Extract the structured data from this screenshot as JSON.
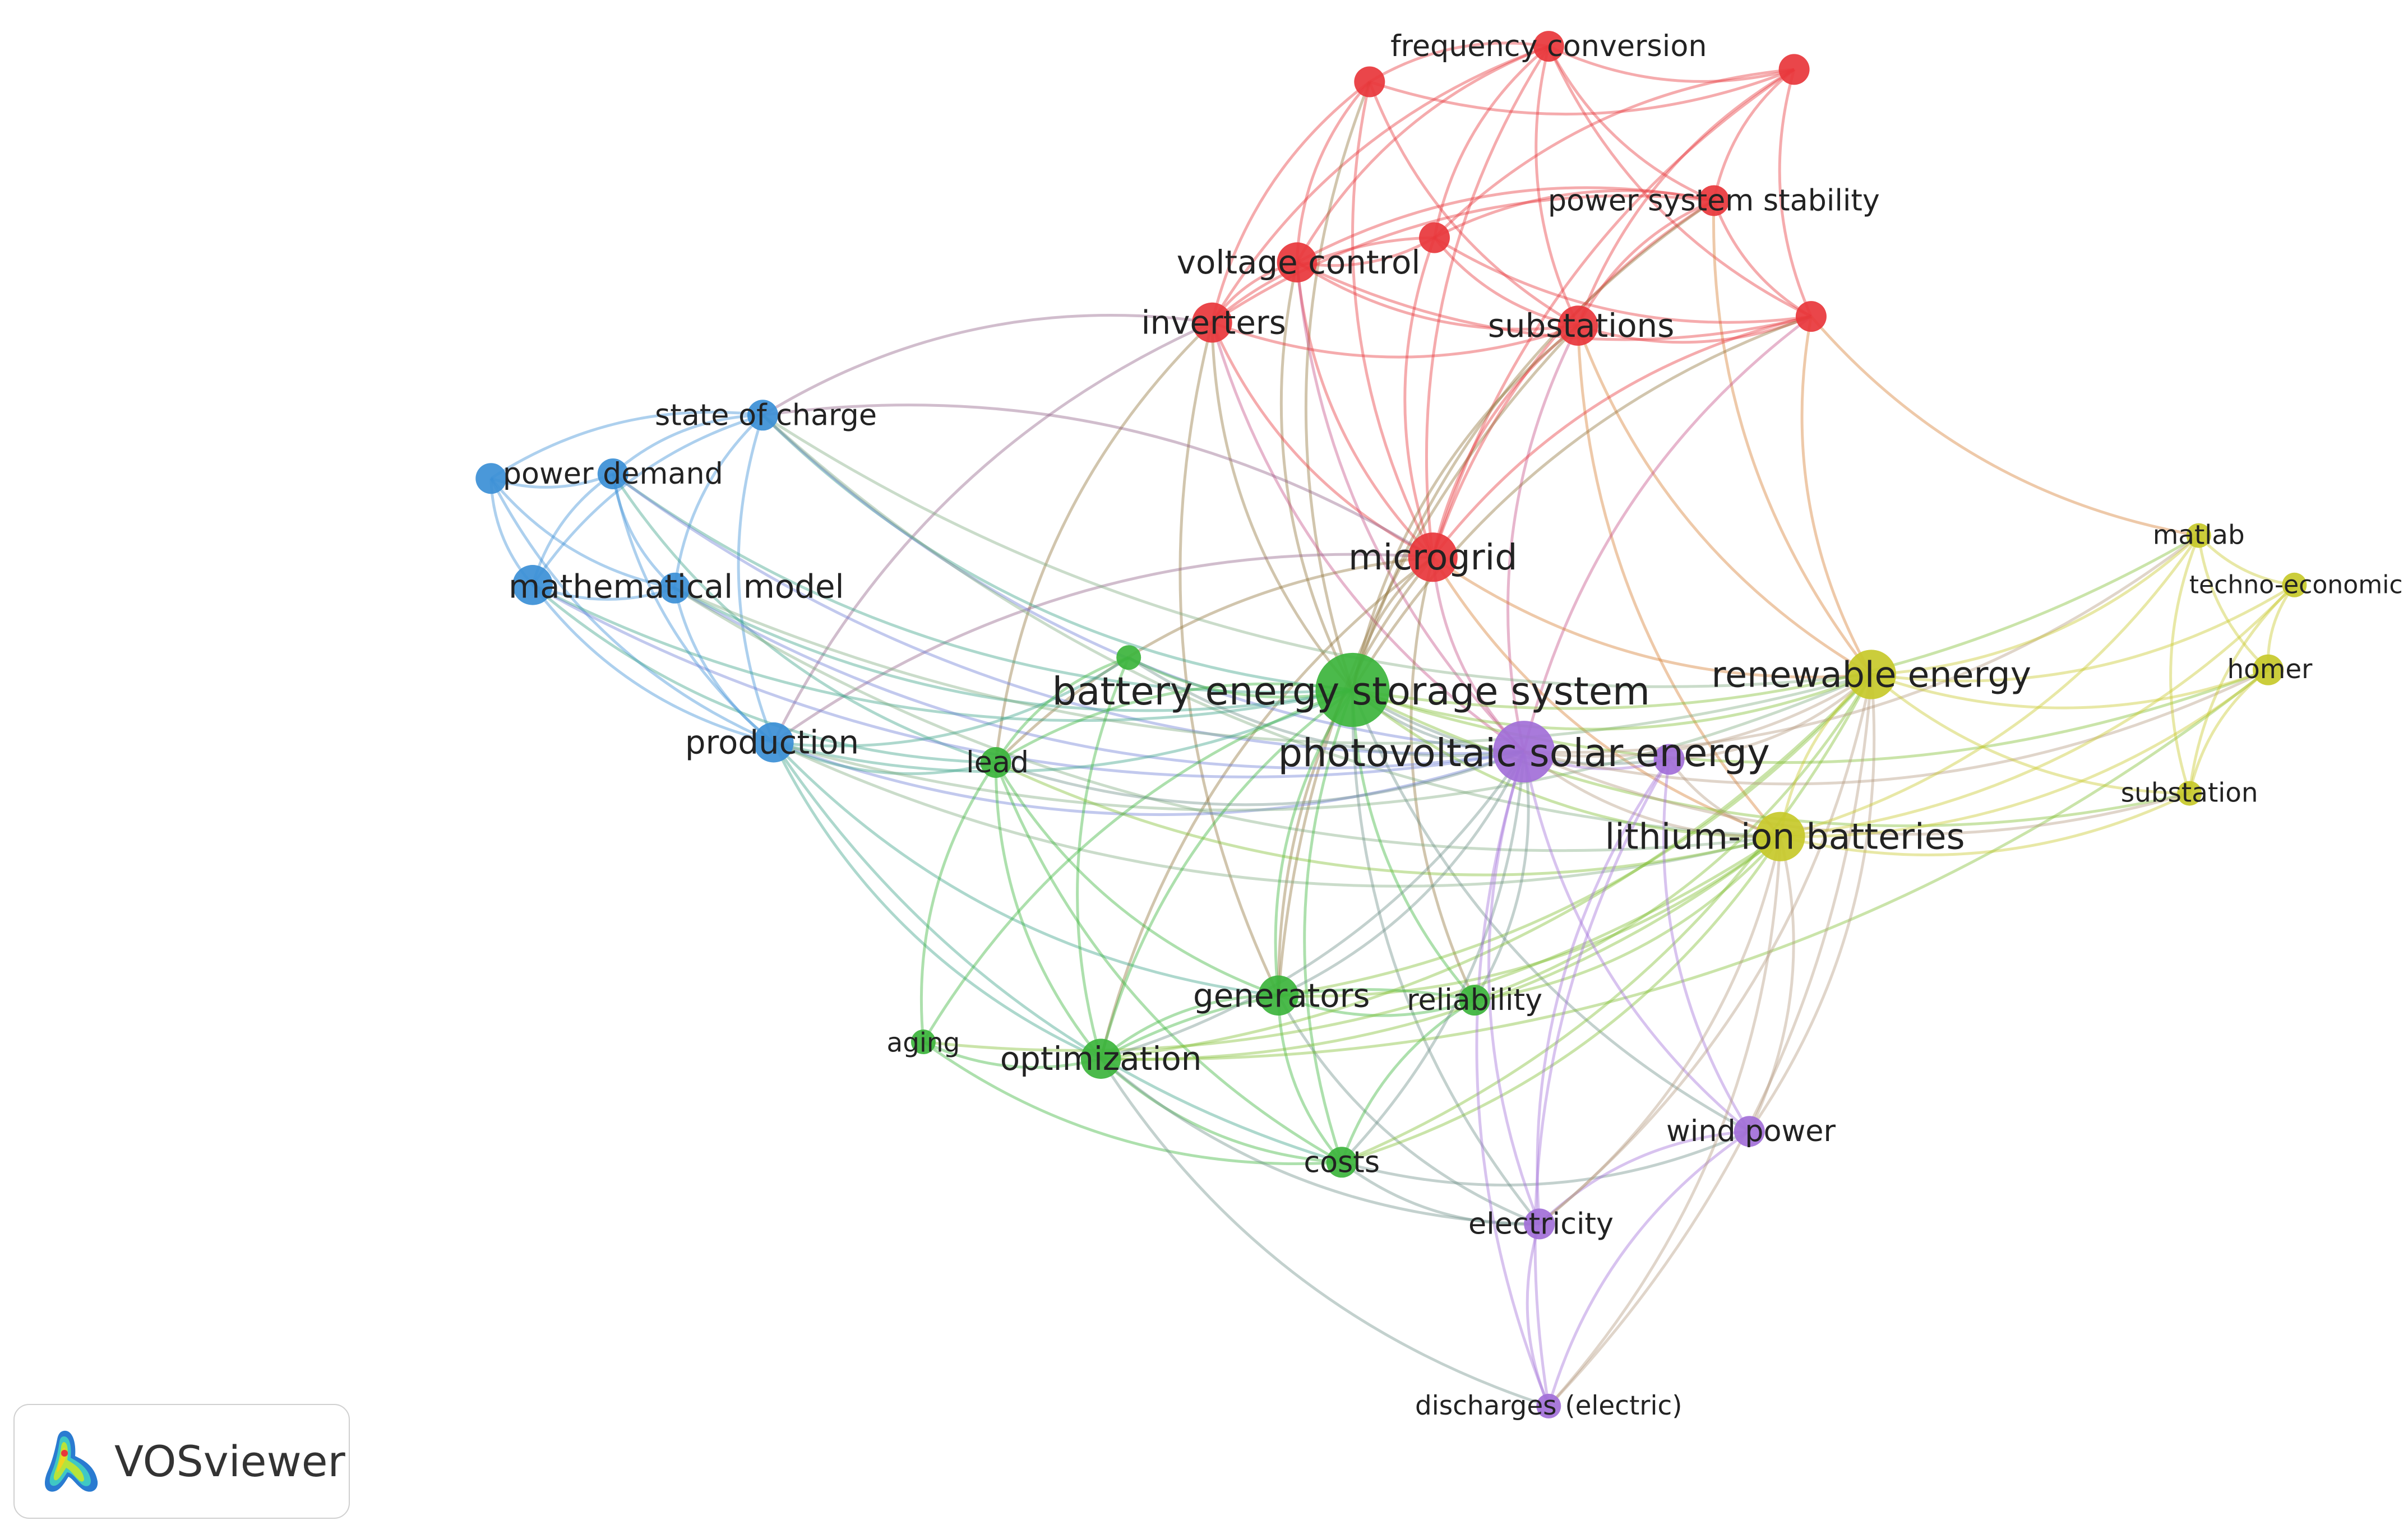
{
  "logo": {
    "text": "VOSviewer",
    "icon": "vosviewer-density-icon"
  },
  "clusters": {
    "red": "#e8363b",
    "green": "#3cb43c",
    "blue": "#3b8fd6",
    "yellow": "#c7c92a",
    "purple": "#a26fd8"
  },
  "nodes": [
    {
      "id": "frequency-conversion",
      "label": "frequency conversion",
      "cluster": "red",
      "weight": 2
    },
    {
      "id": "red-unlabeled-1",
      "label": "",
      "cluster": "red",
      "weight": 2
    },
    {
      "id": "red-unlabeled-2",
      "label": "",
      "cluster": "red",
      "weight": 2
    },
    {
      "id": "power-system-stability",
      "label": "power system stability",
      "cluster": "red",
      "weight": 2
    },
    {
      "id": "voltage-control",
      "label": "voltage control",
      "cluster": "red",
      "weight": 3
    },
    {
      "id": "red-unlabeled-3",
      "label": "",
      "cluster": "red",
      "weight": 2
    },
    {
      "id": "inverters",
      "label": "inverters",
      "cluster": "red",
      "weight": 3
    },
    {
      "id": "substations",
      "label": "substations",
      "cluster": "red",
      "weight": 3
    },
    {
      "id": "red-unlabeled-4",
      "label": "",
      "cluster": "red",
      "weight": 2
    },
    {
      "id": "microgrid",
      "label": "microgrid",
      "cluster": "red",
      "weight": 4
    },
    {
      "id": "state-of-charge",
      "label": "state of charge",
      "cluster": "blue",
      "weight": 2
    },
    {
      "id": "blue-unlabeled-1",
      "label": "",
      "cluster": "blue",
      "weight": 2
    },
    {
      "id": "power-demand",
      "label": "power demand",
      "cluster": "blue",
      "weight": 2
    },
    {
      "id": "mathematical-model",
      "label": "mathematical model",
      "cluster": "blue",
      "weight": 3
    },
    {
      "id": "blue-unlabeled-2",
      "label": "",
      "cluster": "blue",
      "weight": 2
    },
    {
      "id": "production",
      "label": "production",
      "cluster": "blue",
      "weight": 3
    },
    {
      "id": "green-unlabeled-1",
      "label": "",
      "cluster": "green",
      "weight": 1
    },
    {
      "id": "battery-energy-storage-system",
      "label": "battery energy storage system",
      "cluster": "green",
      "weight": 6
    },
    {
      "id": "lead",
      "label": "lead",
      "cluster": "green",
      "weight": 2
    },
    {
      "id": "generators",
      "label": "generators",
      "cluster": "green",
      "weight": 3
    },
    {
      "id": "reliability",
      "label": "reliability",
      "cluster": "green",
      "weight": 2
    },
    {
      "id": "aging",
      "label": "aging",
      "cluster": "green",
      "weight": 1
    },
    {
      "id": "optimization",
      "label": "optimization",
      "cluster": "green",
      "weight": 3
    },
    {
      "id": "costs",
      "label": "costs",
      "cluster": "green",
      "weight": 2
    },
    {
      "id": "photovoltaic-solar-energy",
      "label": "photovoltaic solar energy",
      "cluster": "purple",
      "weight": 5
    },
    {
      "id": "purple-unlabeled-1",
      "label": "",
      "cluster": "purple",
      "weight": 2
    },
    {
      "id": "wind-power",
      "label": "wind power",
      "cluster": "purple",
      "weight": 2
    },
    {
      "id": "electricity",
      "label": "electricity",
      "cluster": "purple",
      "weight": 2
    },
    {
      "id": "discharges-electric",
      "label": "discharges (electric)",
      "cluster": "purple",
      "weight": 1
    },
    {
      "id": "renewable-energy",
      "label": "renewable energy",
      "cluster": "yellow",
      "weight": 4
    },
    {
      "id": "lithium-ion-batteries",
      "label": "lithium-ion batteries",
      "cluster": "yellow",
      "weight": 4
    },
    {
      "id": "matlab",
      "label": "matlab",
      "cluster": "yellow",
      "weight": 1
    },
    {
      "id": "techno-economic",
      "label": "techno-economic",
      "cluster": "yellow",
      "weight": 1
    },
    {
      "id": "homer",
      "label": "homer",
      "cluster": "yellow",
      "weight": 2
    },
    {
      "id": "substation",
      "label": "substation",
      "cluster": "yellow",
      "weight": 1
    }
  ],
  "edges": [
    [
      "frequency-conversion",
      "red-unlabeled-1"
    ],
    [
      "frequency-conversion",
      "red-unlabeled-2"
    ],
    [
      "frequency-conversion",
      "power-system-stability"
    ],
    [
      "frequency-conversion",
      "voltage-control"
    ],
    [
      "frequency-conversion",
      "substations"
    ],
    [
      "frequency-conversion",
      "red-unlabeled-3"
    ],
    [
      "frequency-conversion",
      "microgrid"
    ],
    [
      "frequency-conversion",
      "red-unlabeled-4"
    ],
    [
      "frequency-conversion",
      "inverters"
    ],
    [
      "red-unlabeled-1",
      "voltage-control"
    ],
    [
      "red-unlabeled-1",
      "inverters"
    ],
    [
      "red-unlabeled-1",
      "substations"
    ],
    [
      "red-unlabeled-1",
      "microgrid"
    ],
    [
      "red-unlabeled-1",
      "red-unlabeled-2"
    ],
    [
      "red-unlabeled-1",
      "battery-energy-storage-system"
    ],
    [
      "red-unlabeled-2",
      "power-system-stability"
    ],
    [
      "red-unlabeled-2",
      "red-unlabeled-4"
    ],
    [
      "red-unlabeled-2",
      "substations"
    ],
    [
      "red-unlabeled-2",
      "microgrid"
    ],
    [
      "red-unlabeled-2",
      "red-unlabeled-3"
    ],
    [
      "power-system-stability",
      "voltage-control"
    ],
    [
      "power-system-stability",
      "substations"
    ],
    [
      "power-system-stability",
      "red-unlabeled-3"
    ],
    [
      "power-system-stability",
      "microgrid"
    ],
    [
      "power-system-stability",
      "inverters"
    ],
    [
      "power-system-stability",
      "red-unlabeled-4"
    ],
    [
      "power-system-stability",
      "battery-energy-storage-system"
    ],
    [
      "power-system-stability",
      "renewable-energy"
    ],
    [
      "voltage-control",
      "inverters"
    ],
    [
      "voltage-control",
      "substations"
    ],
    [
      "voltage-control",
      "red-unlabeled-3"
    ],
    [
      "voltage-control",
      "microgrid"
    ],
    [
      "voltage-control",
      "red-unlabeled-4"
    ],
    [
      "voltage-control",
      "battery-energy-storage-system"
    ],
    [
      "voltage-control",
      "photovoltaic-solar-energy"
    ],
    [
      "red-unlabeled-3",
      "substations"
    ],
    [
      "red-unlabeled-3",
      "red-unlabeled-4"
    ],
    [
      "red-unlabeled-3",
      "microgrid"
    ],
    [
      "red-unlabeled-3",
      "inverters"
    ],
    [
      "inverters",
      "substations"
    ],
    [
      "inverters",
      "microgrid"
    ],
    [
      "inverters",
      "battery-energy-storage-system"
    ],
    [
      "inverters",
      "photovoltaic-solar-energy"
    ],
    [
      "inverters",
      "state-of-charge"
    ],
    [
      "inverters",
      "production"
    ],
    [
      "inverters",
      "generators"
    ],
    [
      "inverters",
      "lead"
    ],
    [
      "substations",
      "red-unlabeled-4"
    ],
    [
      "substations",
      "microgrid"
    ],
    [
      "substations",
      "battery-energy-storage-system"
    ],
    [
      "substations",
      "photovoltaic-solar-energy"
    ],
    [
      "substations",
      "lithium-ion-batteries"
    ],
    [
      "substations",
      "renewable-energy"
    ],
    [
      "substations",
      "generators"
    ],
    [
      "red-unlabeled-4",
      "microgrid"
    ],
    [
      "red-unlabeled-4",
      "battery-energy-storage-system"
    ],
    [
      "red-unlabeled-4",
      "photovoltaic-solar-energy"
    ],
    [
      "red-unlabeled-4",
      "matlab"
    ],
    [
      "red-unlabeled-4",
      "renewable-energy"
    ],
    [
      "microgrid",
      "battery-energy-storage-system"
    ],
    [
      "microgrid",
      "photovoltaic-solar-energy"
    ],
    [
      "microgrid",
      "renewable-energy"
    ],
    [
      "microgrid",
      "lithium-ion-batteries"
    ],
    [
      "microgrid",
      "production"
    ],
    [
      "microgrid",
      "generators"
    ],
    [
      "microgrid",
      "reliability"
    ],
    [
      "microgrid",
      "optimization"
    ],
    [
      "microgrid",
      "lead"
    ],
    [
      "microgrid",
      "state-of-charge"
    ],
    [
      "state-of-charge",
      "power-demand"
    ],
    [
      "state-of-charge",
      "mathematical-model"
    ],
    [
      "state-of-charge",
      "blue-unlabeled-1"
    ],
    [
      "state-of-charge",
      "blue-unlabeled-2"
    ],
    [
      "state-of-charge",
      "production"
    ],
    [
      "state-of-charge",
      "battery-energy-storage-system"
    ],
    [
      "state-of-charge",
      "photovoltaic-solar-energy"
    ],
    [
      "state-of-charge",
      "renewable-energy"
    ],
    [
      "state-of-charge",
      "lithium-ion-batteries"
    ],
    [
      "blue-unlabeled-1",
      "power-demand"
    ],
    [
      "blue-unlabeled-1",
      "mathematical-model"
    ],
    [
      "blue-unlabeled-1",
      "blue-unlabeled-2"
    ],
    [
      "blue-unlabeled-1",
      "production"
    ],
    [
      "power-demand",
      "mathematical-model"
    ],
    [
      "power-demand",
      "blue-unlabeled-2"
    ],
    [
      "power-demand",
      "production"
    ],
    [
      "power-demand",
      "battery-energy-storage-system"
    ],
    [
      "power-demand",
      "photovoltaic-solar-energy"
    ],
    [
      "power-demand",
      "lead"
    ],
    [
      "mathematical-model",
      "blue-unlabeled-2"
    ],
    [
      "mathematical-model",
      "production"
    ],
    [
      "mathematical-model",
      "battery-energy-storage-system"
    ],
    [
      "mathematical-model",
      "lead"
    ],
    [
      "mathematical-model",
      "photovoltaic-solar-energy"
    ],
    [
      "blue-unlabeled-2",
      "production"
    ],
    [
      "blue-unlabeled-2",
      "battery-energy-storage-system"
    ],
    [
      "blue-unlabeled-2",
      "photovoltaic-solar-energy"
    ],
    [
      "blue-unlabeled-2",
      "renewable-energy"
    ],
    [
      "blue-unlabeled-2",
      "lithium-ion-batteries"
    ],
    [
      "production",
      "battery-energy-storage-system"
    ],
    [
      "production",
      "photovoltaic-solar-energy"
    ],
    [
      "production",
      "lead"
    ],
    [
      "production",
      "optimization"
    ],
    [
      "production",
      "costs"
    ],
    [
      "production",
      "renewable-energy"
    ],
    [
      "production",
      "lithium-ion-batteries"
    ],
    [
      "production",
      "generators"
    ],
    [
      "production",
      "green-unlabeled-1"
    ],
    [
      "green-unlabeled-1",
      "battery-energy-storage-system"
    ],
    [
      "green-unlabeled-1",
      "photovoltaic-solar-energy"
    ],
    [
      "green-unlabeled-1",
      "optimization"
    ],
    [
      "green-unlabeled-1",
      "lead"
    ],
    [
      "battery-energy-storage-system",
      "photovoltaic-solar-energy"
    ],
    [
      "battery-energy-storage-system",
      "renewable-energy"
    ],
    [
      "battery-energy-storage-system",
      "lithium-ion-batteries"
    ],
    [
      "battery-energy-storage-system",
      "lead"
    ],
    [
      "battery-energy-storage-system",
      "generators"
    ],
    [
      "battery-energy-storage-system",
      "reliability"
    ],
    [
      "battery-energy-storage-system",
      "optimization"
    ],
    [
      "battery-energy-storage-system",
      "costs"
    ],
    [
      "battery-energy-storage-system",
      "aging"
    ],
    [
      "battery-energy-storage-system",
      "electricity"
    ],
    [
      "battery-energy-storage-system",
      "wind-power"
    ],
    [
      "battery-energy-storage-system",
      "purple-unlabeled-1"
    ],
    [
      "battery-energy-storage-system",
      "homer"
    ],
    [
      "battery-energy-storage-system",
      "substation"
    ],
    [
      "battery-energy-storage-system",
      "matlab"
    ],
    [
      "lead",
      "optimization"
    ],
    [
      "lead",
      "costs"
    ],
    [
      "lead",
      "aging"
    ],
    [
      "lead",
      "photovoltaic-solar-energy"
    ],
    [
      "lead",
      "generators"
    ],
    [
      "lead",
      "lithium-ion-batteries"
    ],
    [
      "generators",
      "reliability"
    ],
    [
      "generators",
      "optimization"
    ],
    [
      "generators",
      "costs"
    ],
    [
      "generators",
      "photovoltaic-solar-energy"
    ],
    [
      "generators",
      "lithium-ion-batteries"
    ],
    [
      "generators",
      "renewable-energy"
    ],
    [
      "generators",
      "electricity"
    ],
    [
      "reliability",
      "optimization"
    ],
    [
      "reliability",
      "costs"
    ],
    [
      "reliability",
      "photovoltaic-solar-energy"
    ],
    [
      "reliability",
      "renewable-energy"
    ],
    [
      "reliability",
      "lithium-ion-batteries"
    ],
    [
      "aging",
      "optimization"
    ],
    [
      "aging",
      "costs"
    ],
    [
      "aging",
      "lithium-ion-batteries"
    ],
    [
      "optimization",
      "costs"
    ],
    [
      "optimization",
      "photovoltaic-solar-energy"
    ],
    [
      "optimization",
      "renewable-energy"
    ],
    [
      "optimization",
      "lithium-ion-batteries"
    ],
    [
      "optimization",
      "electricity"
    ],
    [
      "optimization",
      "discharges-electric"
    ],
    [
      "optimization",
      "homer"
    ],
    [
      "costs",
      "photovoltaic-solar-energy"
    ],
    [
      "costs",
      "renewable-energy"
    ],
    [
      "costs",
      "lithium-ion-batteries"
    ],
    [
      "costs",
      "electricity"
    ],
    [
      "costs",
      "wind-power"
    ],
    [
      "photovoltaic-solar-energy",
      "purple-unlabeled-1"
    ],
    [
      "photovoltaic-solar-energy",
      "wind-power"
    ],
    [
      "photovoltaic-solar-energy",
      "electricity"
    ],
    [
      "photovoltaic-solar-energy",
      "discharges-electric"
    ],
    [
      "photovoltaic-solar-energy",
      "renewable-energy"
    ],
    [
      "photovoltaic-solar-energy",
      "lithium-ion-batteries"
    ],
    [
      "photovoltaic-solar-energy",
      "homer"
    ],
    [
      "photovoltaic-solar-energy",
      "substation"
    ],
    [
      "photovoltaic-solar-energy",
      "matlab"
    ],
    [
      "purple-unlabeled-1",
      "wind-power"
    ],
    [
      "purple-unlabeled-1",
      "electricity"
    ],
    [
      "purple-unlabeled-1",
      "discharges-electric"
    ],
    [
      "purple-unlabeled-1",
      "lithium-ion-batteries"
    ],
    [
      "purple-unlabeled-1",
      "renewable-energy"
    ],
    [
      "wind-power",
      "electricity"
    ],
    [
      "wind-power",
      "discharges-electric"
    ],
    [
      "wind-power",
      "lithium-ion-batteries"
    ],
    [
      "wind-power",
      "renewable-energy"
    ],
    [
      "electricity",
      "discharges-electric"
    ],
    [
      "electricity",
      "lithium-ion-batteries"
    ],
    [
      "electricity",
      "renewable-energy"
    ],
    [
      "discharges-electric",
      "lithium-ion-batteries"
    ],
    [
      "discharges-electric",
      "renewable-energy"
    ],
    [
      "renewable-energy",
      "lithium-ion-batteries"
    ],
    [
      "renewable-energy",
      "matlab"
    ],
    [
      "renewable-energy",
      "techno-economic"
    ],
    [
      "renewable-energy",
      "homer"
    ],
    [
      "renewable-energy",
      "substation"
    ],
    [
      "lithium-ion-batteries",
      "matlab"
    ],
    [
      "lithium-ion-batteries",
      "techno-economic"
    ],
    [
      "lithium-ion-batteries",
      "homer"
    ],
    [
      "lithium-ion-batteries",
      "substation"
    ],
    [
      "matlab",
      "techno-economic"
    ],
    [
      "matlab",
      "homer"
    ],
    [
      "matlab",
      "substation"
    ],
    [
      "techno-economic",
      "homer"
    ],
    [
      "techno-economic",
      "substation"
    ],
    [
      "homer",
      "substation"
    ]
  ]
}
